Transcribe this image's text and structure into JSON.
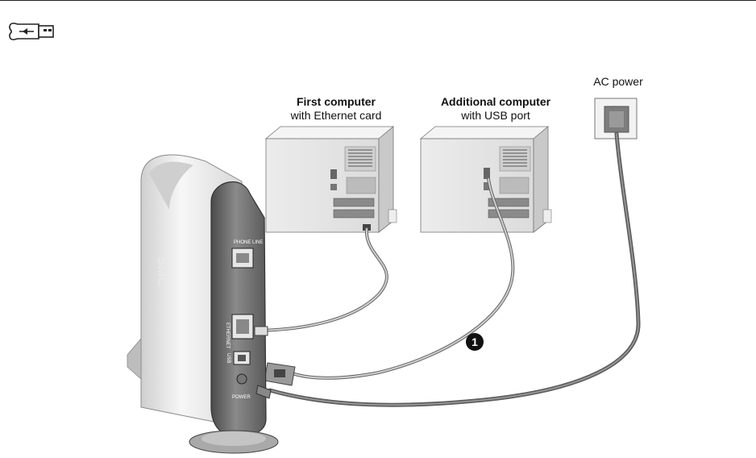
{
  "labels": {
    "first_computer_title": "First computer",
    "first_computer_sub": "with Ethernet card",
    "additional_computer_title": "Additional computer",
    "additional_computer_sub": "with USB port",
    "ac_power": "AC power"
  },
  "device": {
    "brand": "SMC",
    "port_phone_line": "PHONE LINE",
    "port_ethernet": "ETHERNET",
    "port_usb": "USB",
    "port_power": "POWER"
  },
  "callout": {
    "number": "1"
  },
  "icons": [
    "usb-connector-icon"
  ]
}
